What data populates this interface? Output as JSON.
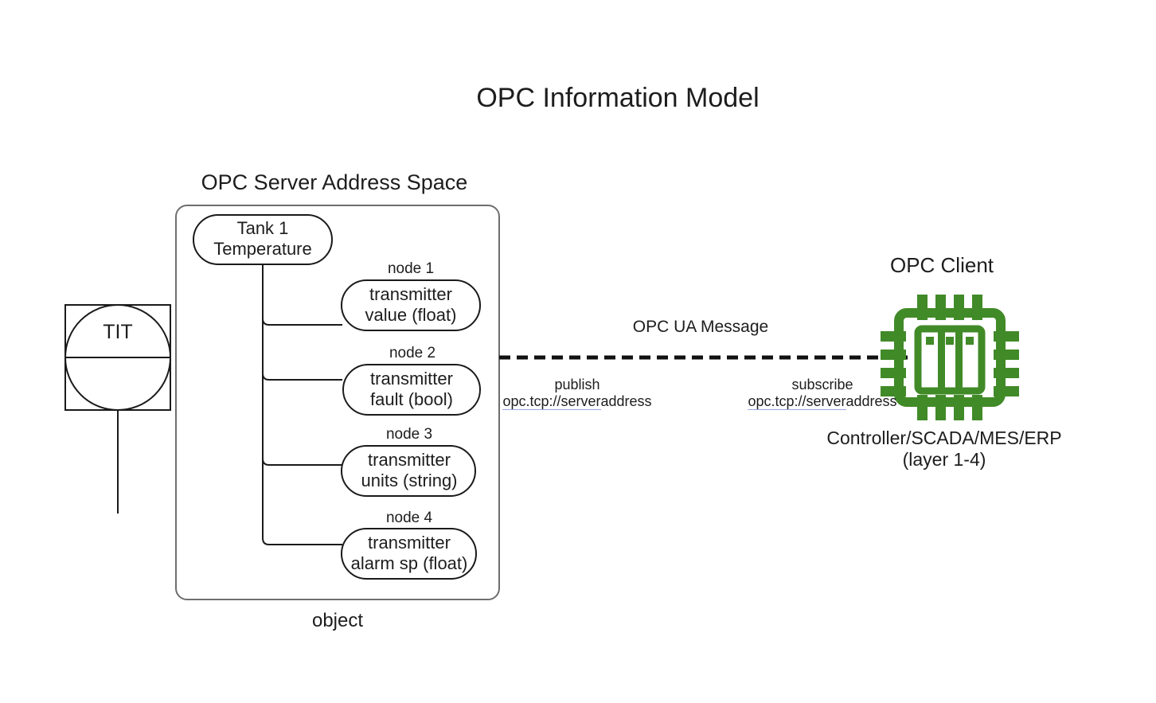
{
  "diagram": {
    "title": "OPC Information Model",
    "background": "#ffffff",
    "stroke_color": "#1a1a1a",
    "chip_color": "#418A28",
    "link_underline_color": "#9aa7e0"
  },
  "field_device": {
    "tag": "TIT",
    "symbol": "instrument-balloon-in-square"
  },
  "server": {
    "heading": "OPC Server Address Space",
    "footer_label": "object",
    "root_node": {
      "line1": "Tank 1",
      "line2": "Temperature"
    },
    "nodes": [
      {
        "caption": "node 1",
        "line1": "transmitter",
        "line2": "value (float)"
      },
      {
        "caption": "node 2",
        "line1": "transmitter",
        "line2": "fault (bool)"
      },
      {
        "caption": "node 3",
        "line1": "transmitter",
        "line2": "units (string)"
      },
      {
        "caption": "node 4",
        "line1": "transmitter",
        "line2": "alarm sp (float)"
      }
    ]
  },
  "connection": {
    "message_label": "OPC UA Message",
    "line_style": "dashed",
    "publish": {
      "action": "publish",
      "url_link_part": "opc.tcp://server",
      "url_plain_part": "address"
    },
    "subscribe": {
      "action": "subscribe",
      "url_link_part": "opc.tcp://server",
      "url_plain_part": "address"
    }
  },
  "client": {
    "heading": "OPC Client",
    "icon": "cpu-chip-icon",
    "subtitle_line1": "Controller/SCADA/MES/ERP",
    "subtitle_line2": "(layer 1-4)"
  }
}
